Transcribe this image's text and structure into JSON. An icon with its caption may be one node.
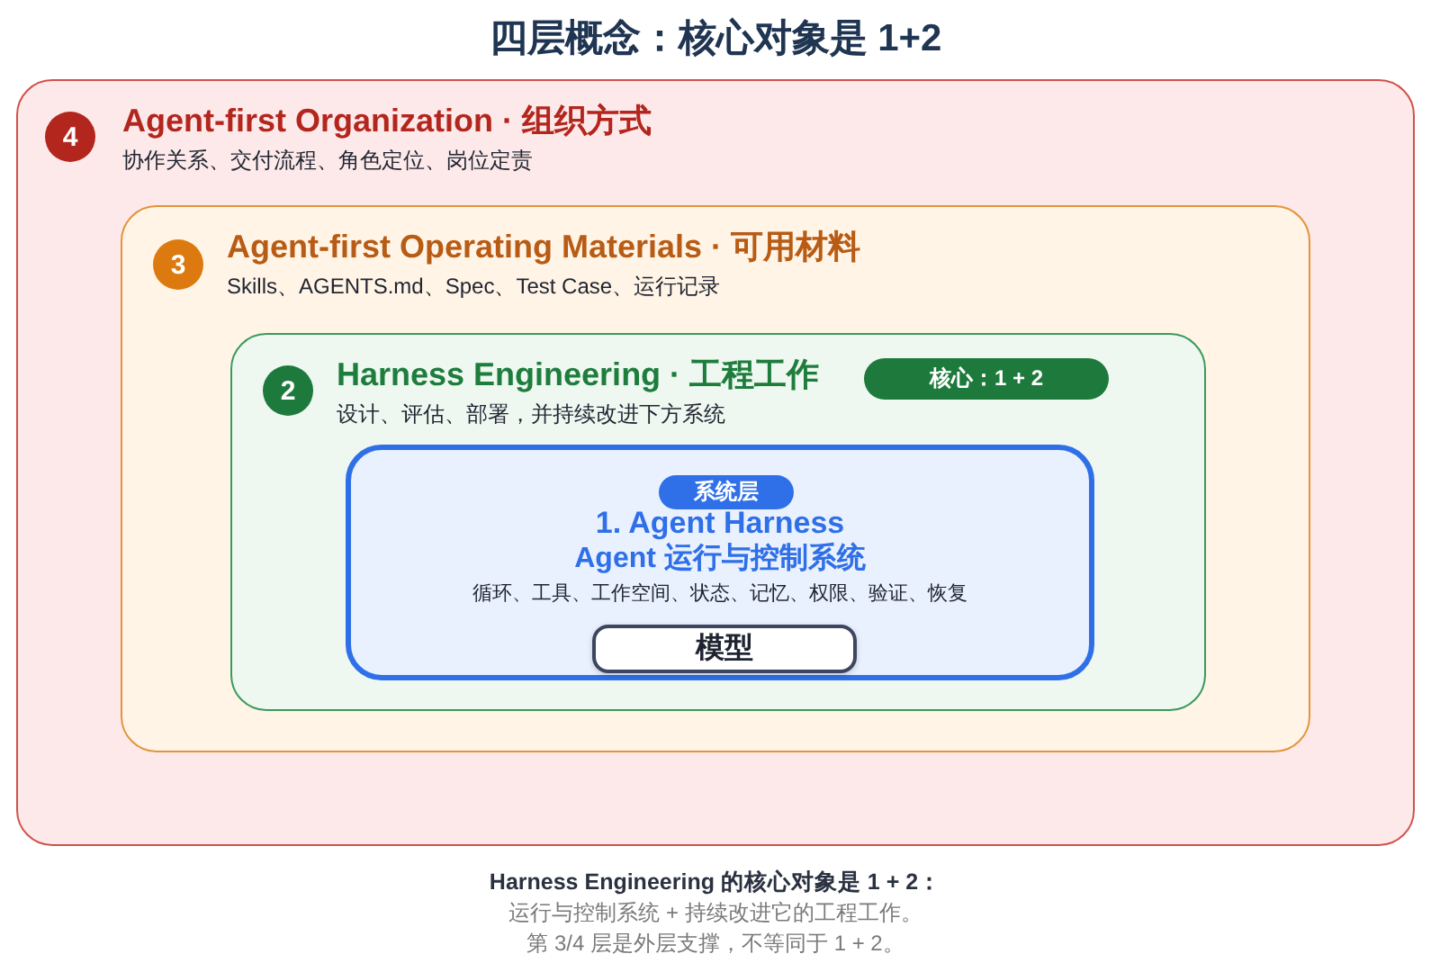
{
  "diagram": {
    "title": "四层概念：核心对象是 1+2",
    "nodes": [
      {
        "text": [
          "Agent-first Organization · 组织方式",
          "协作关系、交付流程、角色定位、岗位定责"
        ]
      },
      {
        "text": [
          "4"
        ],
        "in": 0
      },
      {
        "text": [
          "Agent-first Operating Materials · 可用材料",
          "Skills、AGENTS.md、Spec、Test Case、运行记录"
        ],
        "in": 0
      },
      {
        "text": [
          "3"
        ],
        "in": 2
      },
      {
        "text": [
          "Harness Engineering · 工程工作",
          "设计、评估、部署，并持续改进下方系统"
        ],
        "in": 2
      },
      {
        "text": [
          "2"
        ],
        "in": 4
      },
      {
        "text": [
          "核心：1 + 2"
        ],
        "in": 4
      },
      {
        "text": [
          "1. Agent Harness",
          "Agent 运行与控制系统",
          "循环、工具、工作空间、状态、记忆、权限、验证、恢复"
        ],
        "in": 4
      },
      {
        "text": [
          "系统层"
        ],
        "in": 7
      },
      {
        "text": [
          "模型"
        ],
        "in": 7
      }
    ],
    "caption": "Harness Engineering 的核心对象是 1 + 2：",
    "labels": [
      "运行与控制系统 + 持续改进它的工程工作。",
      "第 3/4 层是外层支撑，不等同于 1 + 2。"
    ]
  }
}
